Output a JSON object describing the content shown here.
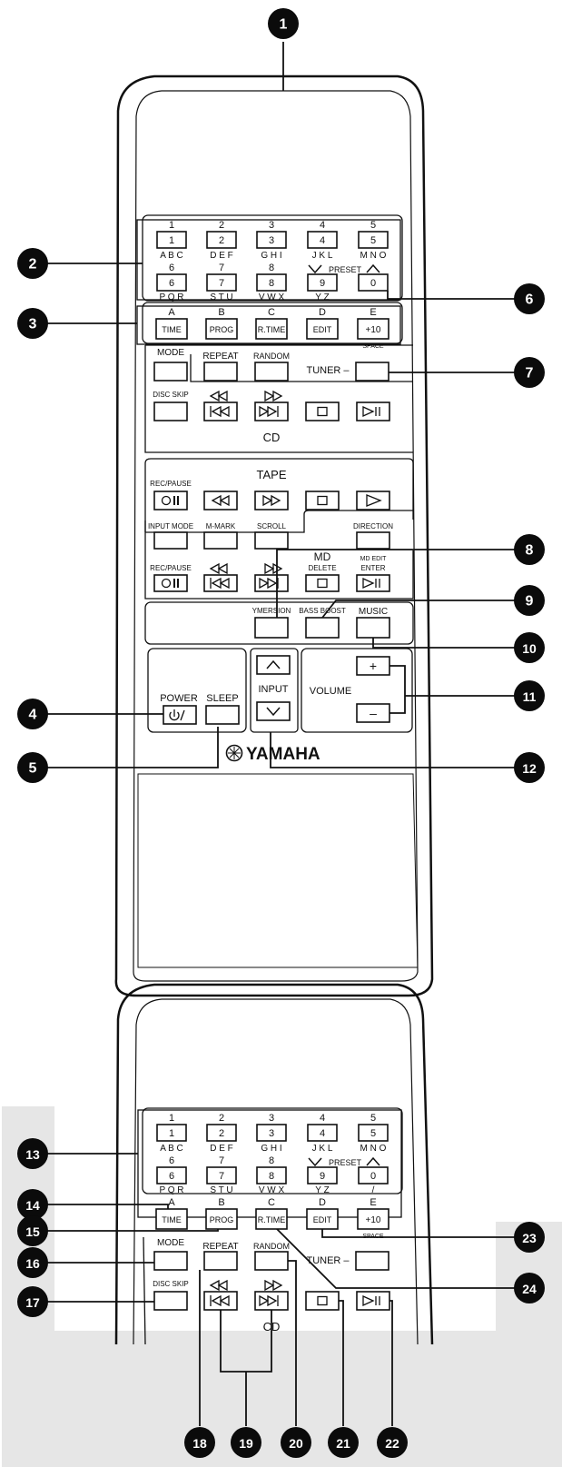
{
  "brand": "YAMAHA",
  "numpad": {
    "digits": [
      "1",
      "2",
      "3",
      "4",
      "5",
      "6",
      "7",
      "8",
      "9",
      "0"
    ],
    "letters": [
      "A B C",
      "D E F",
      "G H I",
      "J K L",
      "M N O",
      "P Q R",
      "S T U",
      "V W X",
      "Y Z",
      "/"
    ],
    "preset": "PRESET"
  },
  "func": {
    "letters": [
      "A",
      "B",
      "C",
      "D",
      "E"
    ],
    "labels": [
      "TIME",
      "PROG",
      "R.TIME",
      "EDIT",
      "+10"
    ],
    "space": "SPACE"
  },
  "row_mode": {
    "mode": "MODE",
    "repeat": "REPEAT",
    "random": "RANDOM",
    "tuner": "TUNER –"
  },
  "cd": {
    "disc_skip": "DISC SKIP",
    "caption": "CD"
  },
  "tape": {
    "caption": "TAPE",
    "rec_pause": "REC/PAUSE",
    "direction": "DIRECTION"
  },
  "md": {
    "caption": "MD",
    "input_mode": "INPUT MODE",
    "m_mark": "M-MARK",
    "scroll": "SCROLL",
    "rec_pause": "REC/PAUSE",
    "delete": "DELETE",
    "md_edit": "MD EDIT",
    "enter": "ENTER"
  },
  "sound": {
    "ymersion": "YMERSION",
    "bass_boost": "BASS BOOST",
    "music": "MUSIC"
  },
  "power": {
    "power": "POWER",
    "sleep": "SLEEP",
    "input": "INPUT",
    "volume": "VOLUME",
    "plus": "+",
    "minus": "–"
  },
  "callouts": [
    "1",
    "2",
    "3",
    "4",
    "5",
    "6",
    "7",
    "8",
    "9",
    "10",
    "11",
    "12",
    "13",
    "14",
    "15",
    "16",
    "17",
    "18",
    "19",
    "20",
    "21",
    "22",
    "23",
    "24"
  ]
}
